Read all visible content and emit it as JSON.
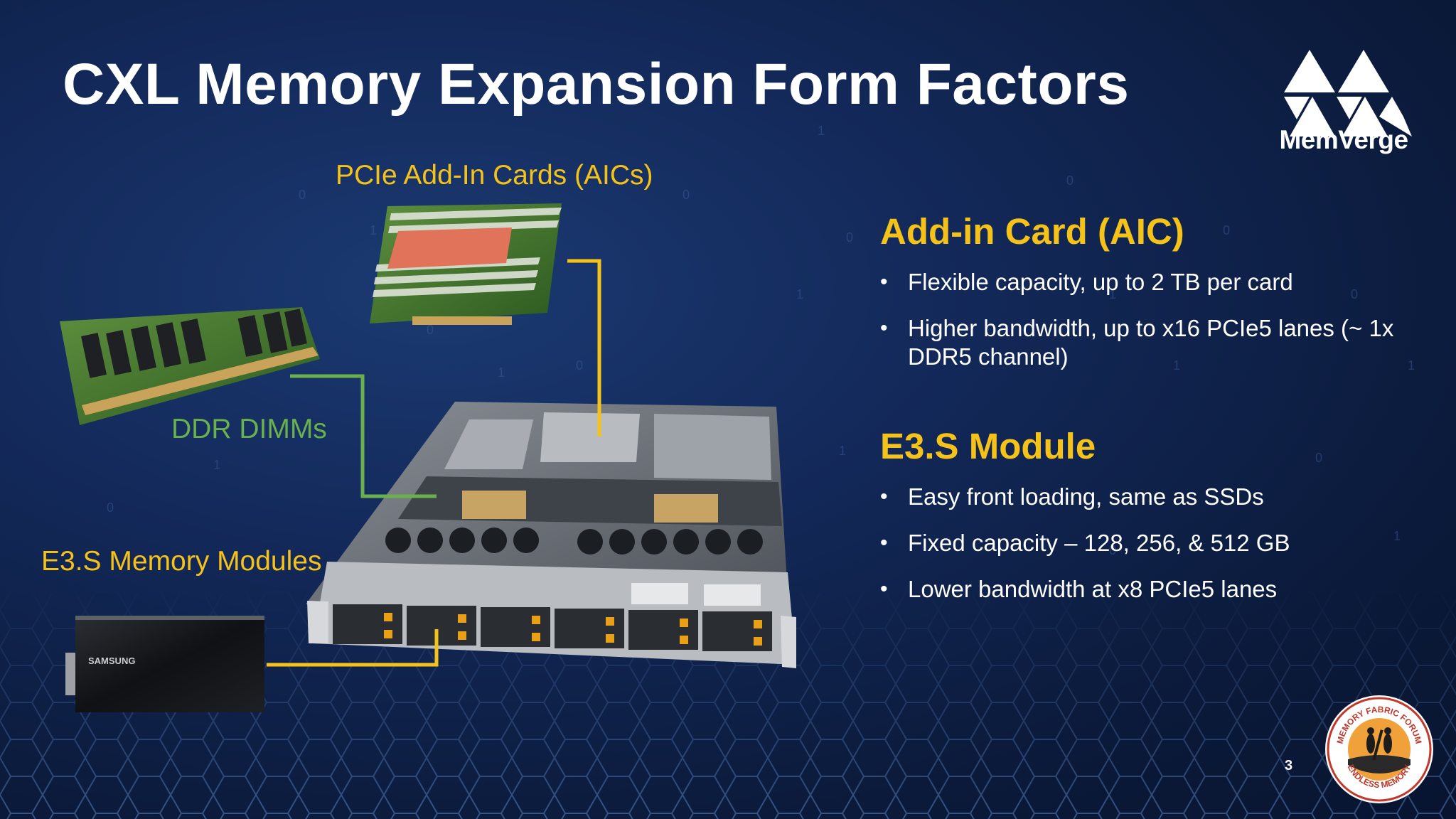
{
  "slide": {
    "title": "CXL Memory Expansion Form Factors",
    "page_number": "3"
  },
  "logo": {
    "brand": "MemVerge"
  },
  "forum_badge": {
    "top_text": "MEMORY FABRIC FORUM",
    "bottom_text": "ENDLESS MEMORY"
  },
  "figure": {
    "aic_label": "PCIe Add-In Cards (AICs)",
    "dimm_label": "DDR DIMMs",
    "e3s_label": "E3.S Memory Modules",
    "e3s_module_brand": "SAMSUNG"
  },
  "sections": {
    "aic": {
      "heading": "Add-in Card (AIC)",
      "bullets": [
        "Flexible capacity, up to 2 TB per card",
        "Higher bandwidth, up to x16 PCIe5 lanes (~ 1x DDR5 channel)"
      ]
    },
    "e3s": {
      "heading": "E3.S Module",
      "bullets": [
        "Easy front loading, same as SSDs",
        "Fixed capacity – 128, 256, & 512 GB",
        "Lower bandwidth at x8 PCIe5 lanes"
      ]
    }
  },
  "colors": {
    "accent_yellow": "#f5c21a",
    "accent_green": "#6ab04c",
    "background": "#0c1d3f"
  },
  "bullet_glyph": "•"
}
